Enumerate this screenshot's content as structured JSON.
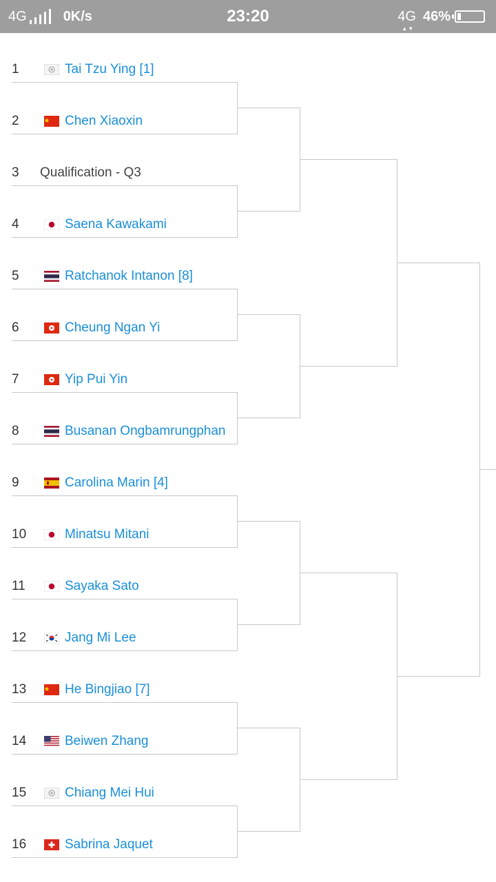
{
  "status_bar": {
    "network": "4G",
    "speed": "0K/s",
    "time": "23:20",
    "network2": "4G",
    "battery": "46%"
  },
  "draw": {
    "entries": [
      {
        "seed": "1",
        "name": "Tai Tzu Ying [1]",
        "flag": "tpe"
      },
      {
        "seed": "2",
        "name": "Chen Xiaoxin",
        "flag": "chn"
      },
      {
        "seed": "3",
        "name": "Qualification - Q3",
        "flag": "",
        "qualifier": true
      },
      {
        "seed": "4",
        "name": "Saena Kawakami",
        "flag": "jpn"
      },
      {
        "seed": "5",
        "name": "Ratchanok Intanon [8]",
        "flag": "tha"
      },
      {
        "seed": "6",
        "name": "Cheung Ngan Yi",
        "flag": "hkg"
      },
      {
        "seed": "7",
        "name": "Yip Pui Yin",
        "flag": "hkg"
      },
      {
        "seed": "8",
        "name": "Busanan Ongbamrungphan",
        "flag": "tha"
      },
      {
        "seed": "9",
        "name": "Carolina Marin [4]",
        "flag": "esp"
      },
      {
        "seed": "10",
        "name": "Minatsu Mitani",
        "flag": "jpn"
      },
      {
        "seed": "11",
        "name": "Sayaka Sato",
        "flag": "jpn"
      },
      {
        "seed": "12",
        "name": "Jang Mi Lee",
        "flag": "kor"
      },
      {
        "seed": "13",
        "name": "He Bingjiao [7]",
        "flag": "chn"
      },
      {
        "seed": "14",
        "name": "Beiwen Zhang",
        "flag": "usa"
      },
      {
        "seed": "15",
        "name": "Chiang Mei Hui",
        "flag": "tpe"
      },
      {
        "seed": "16",
        "name": "Sabrina Jaquet",
        "flag": "sui"
      }
    ]
  }
}
